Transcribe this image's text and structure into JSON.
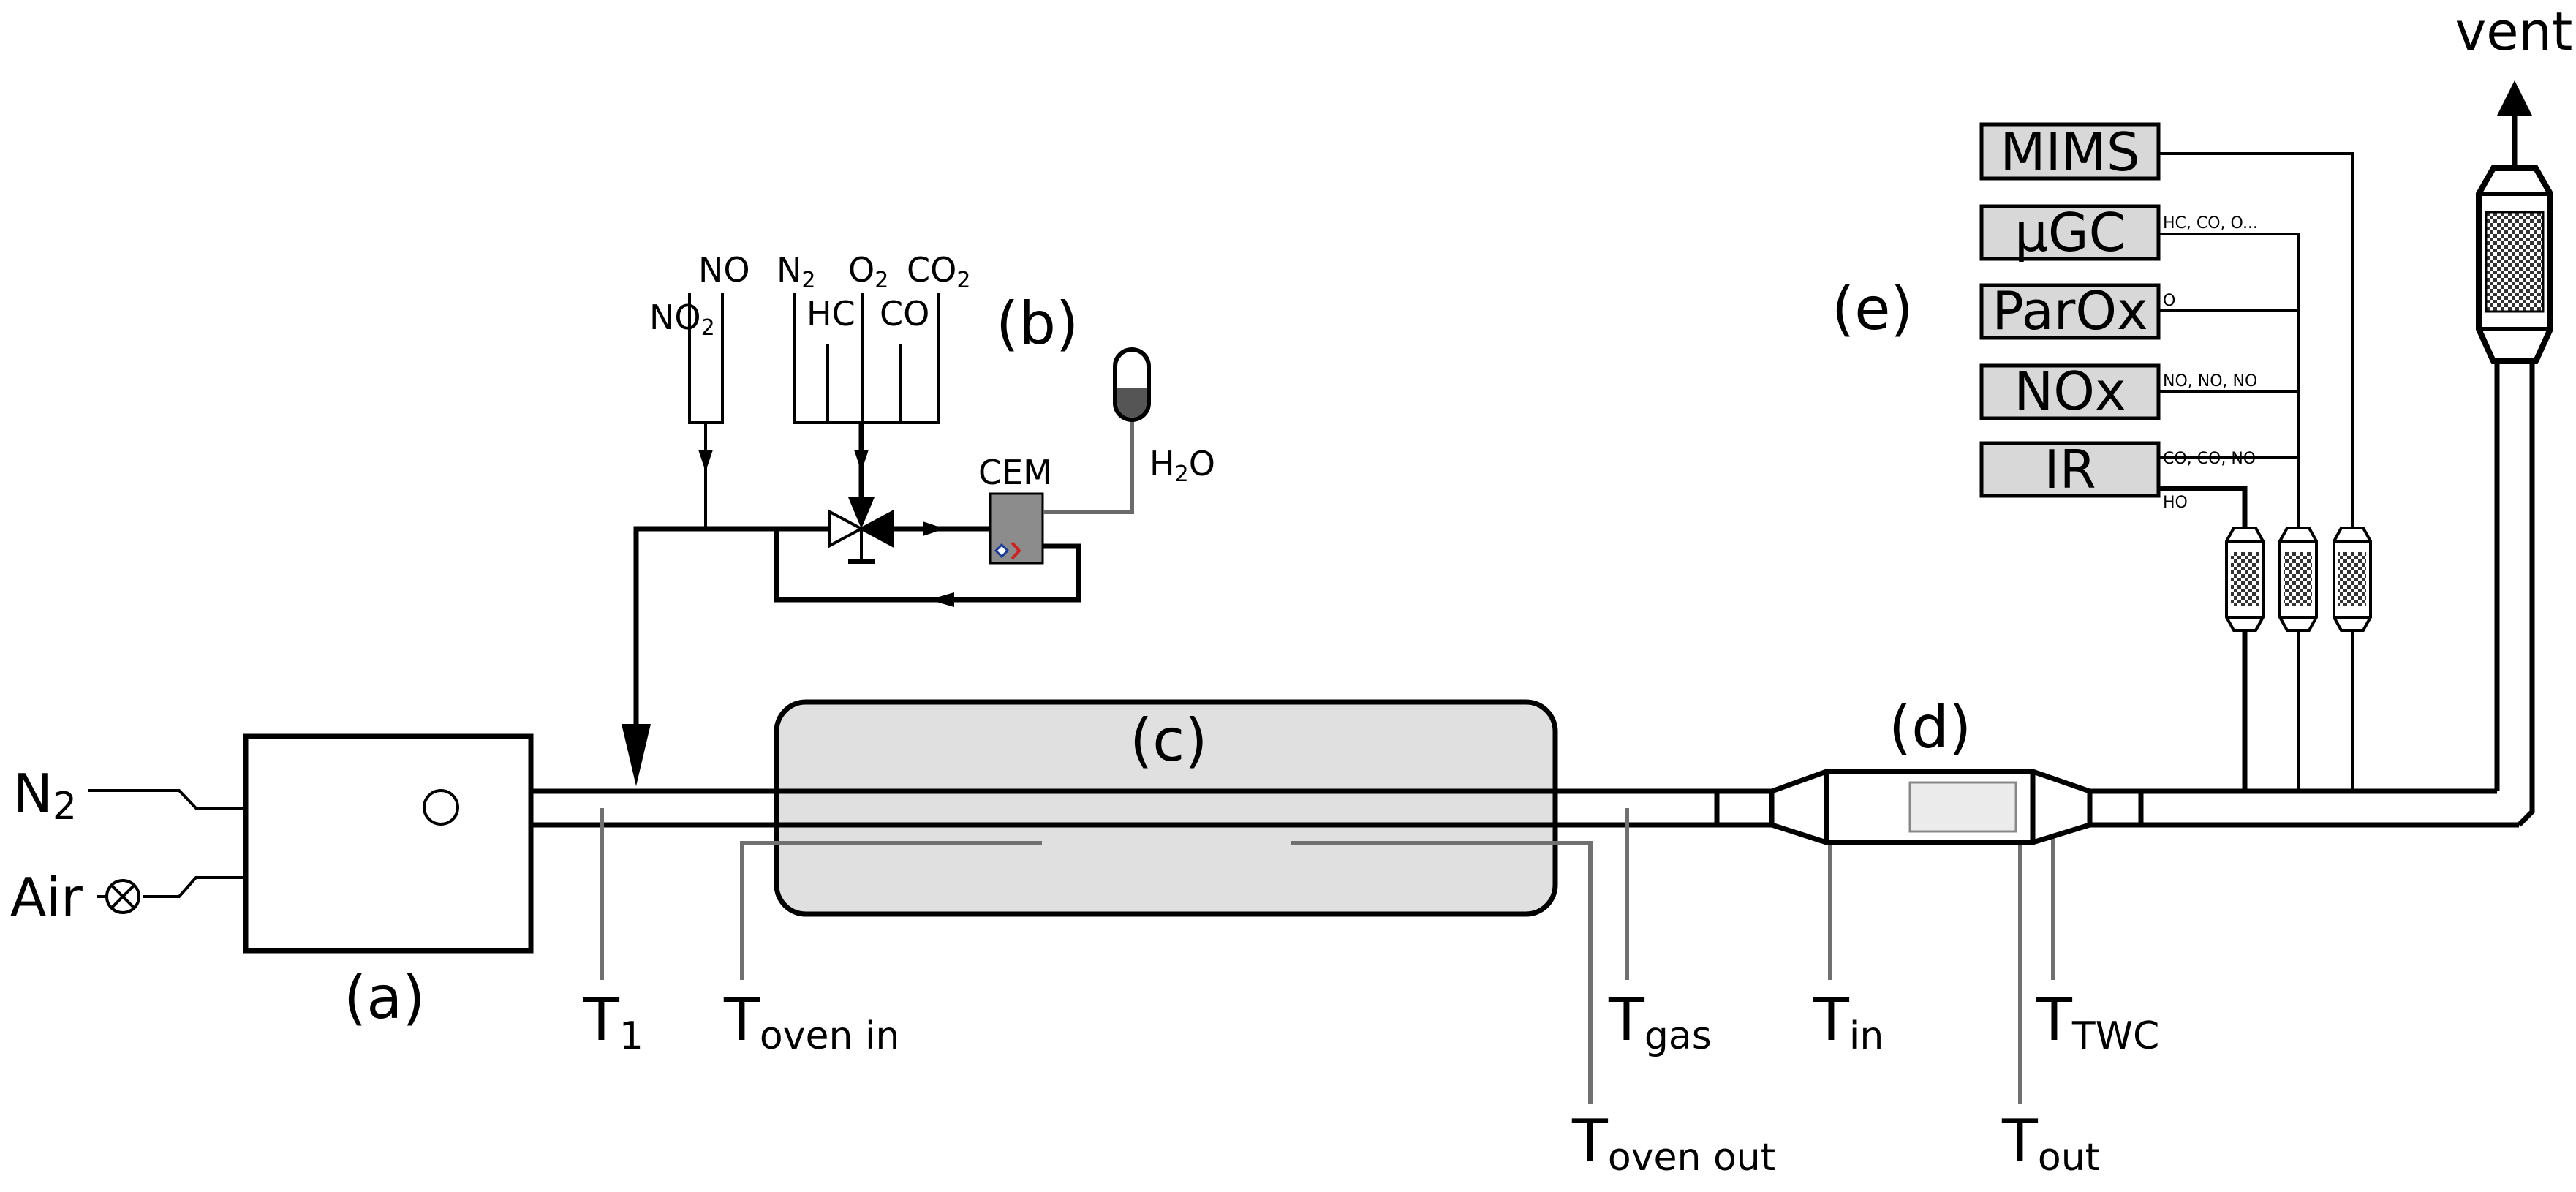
{
  "labels": {
    "a": "(a)",
    "b": "(b)",
    "c": "(c)",
    "d": "(d)",
    "e": "(e)"
  },
  "inlets": {
    "n2": "N",
    "n2_sub": "2",
    "air": "Air"
  },
  "gases": {
    "no": "NO",
    "no2": "NO",
    "no2_sub": "2",
    "n2": "N",
    "n2_sub": "2",
    "hc": "HC",
    "o2": "O",
    "o2_sub": "2",
    "co": "CO",
    "co2": "CO",
    "co2_sub": "2"
  },
  "cem": {
    "label": "CEM",
    "water": "H",
    "water_sub": "2",
    "water_end": "O"
  },
  "sensors": {
    "t1": "T",
    "t1_sub": "1",
    "toven_in": "T",
    "toven_in_sub": "oven in",
    "toven_out": "T",
    "toven_out_sub": "oven out",
    "tgas": "T",
    "tgas_sub": "gas",
    "tin": "T",
    "tin_sub": "in",
    "tout": "T",
    "tout_sub": "out",
    "ttwc": "T",
    "ttwc_sub": "TWC"
  },
  "analyzers": [
    {
      "name": "MIMS",
      "species": ""
    },
    {
      "name": "µGC",
      "species": "HC, CO, O..."
    },
    {
      "name": "ParOx",
      "species": "O"
    },
    {
      "name": "NOx",
      "species": "NO, NO, NO"
    },
    {
      "name": "IR",
      "species": "CO, CO, NO"
    }
  ],
  "ir_h2o": "HO",
  "vent": "vent",
  "colors": {
    "reactor_fill": "#e0e0e0",
    "analyzer_fill": "#d8d8d8",
    "cem_fill": "#8c8c8c",
    "sensor_line": "#707070",
    "line": "#000000"
  }
}
